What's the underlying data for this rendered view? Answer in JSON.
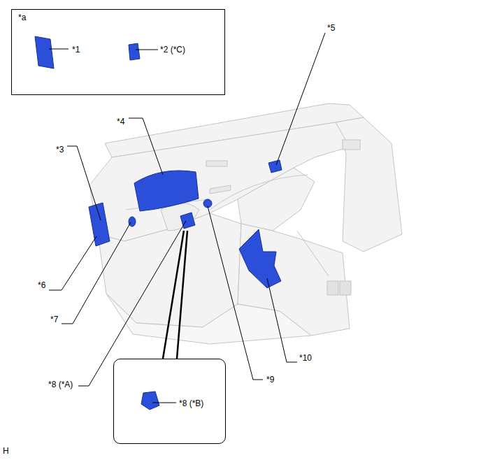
{
  "diagram": {
    "nodes": [
      {
        "text": [
          "*a",
          "*1",
          "*2 (*C)"
        ]
      },
      {
        "text": [
          "*8 (*B)"
        ]
      }
    ],
    "labels": [
      "*5",
      "*4",
      "*3",
      "*6",
      "*7",
      "*10",
      "*9",
      "*8 (*A)",
      "H"
    ]
  }
}
